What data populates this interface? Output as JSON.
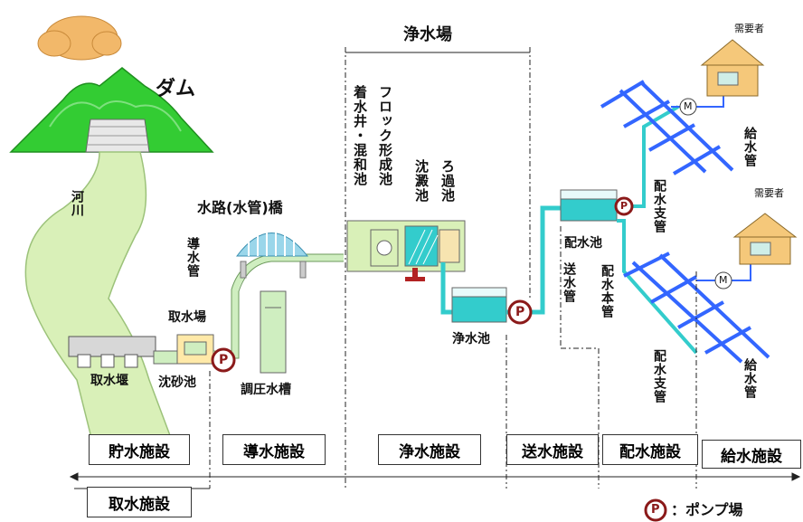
{
  "labels": {
    "dam": "ダム",
    "river": "河川",
    "aqueduct_bridge": "水路(水管)橋",
    "conduit": "導水管",
    "intake_station": "取水場",
    "intake_weir": "取水堰",
    "sand_basin": "沈砂池",
    "surge_tank": "調圧水槽",
    "plant": "浄水場",
    "receiving_well": "着水井・混和池",
    "floc_basin": "フロック形成池",
    "sedimentation": "沈澱池",
    "filter": "ろ過池",
    "clear_well": "浄水池",
    "distribution_reservoir": "配水池",
    "transmission_pipe": "送水管",
    "main_pipe": "配水本管",
    "branch_pipe_1": "配水支管",
    "branch_pipe_2": "配水支管",
    "service_pipe_1": "給水管",
    "service_pipe_2": "給水管",
    "consumer_1": "需要者",
    "consumer_2": "需要者",
    "meter_1": "M",
    "meter_2": "M"
  },
  "pump_letter": "P",
  "legend": {
    "symbol": "P",
    "text": "：ポンプ場"
  },
  "stages": [
    "貯水施設",
    "導水施設",
    "浄水施設",
    "送水施設",
    "配水施設",
    "給水施設"
  ],
  "intake_facility": "取水施設",
  "colors": {
    "mountain": "#33cc33",
    "river": "#d9f0b8",
    "pipe_green": "#cfeec0",
    "water": "#33cccc",
    "blue_pipe": "#3366ff",
    "pump_ring": "#8b1a1a",
    "cloud": "#f2b86a",
    "house": "#f5c87a"
  }
}
